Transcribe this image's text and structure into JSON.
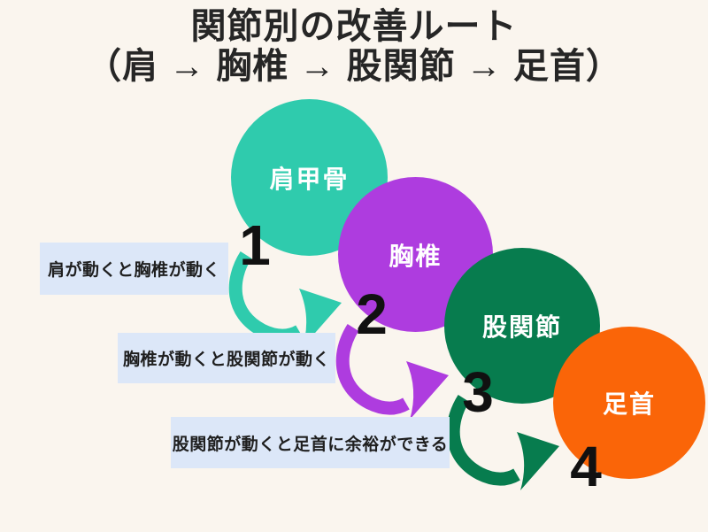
{
  "background_color": "#FAF5EE",
  "note_box_color": "#DCE7F8",
  "text_color": "#1F1F1F",
  "title": {
    "line1": "関節別の改善ルート",
    "line2": "（肩 → 胸椎 → 股関節 → 足首）"
  },
  "steps": [
    {
      "number": "1",
      "circle_label": "肩甲骨",
      "color": "#2FCBAD",
      "note": "肩が動くと胸椎が動く"
    },
    {
      "number": "2",
      "circle_label": "胸椎",
      "color": "#AE3CDF",
      "note": "胸椎が動くと股関節が動く"
    },
    {
      "number": "3",
      "circle_label": "股関節",
      "color": "#077C4E",
      "note": "股関節が動くと足首に余裕ができる"
    },
    {
      "number": "4",
      "circle_label": "足首",
      "color": "#FA6508"
    }
  ]
}
